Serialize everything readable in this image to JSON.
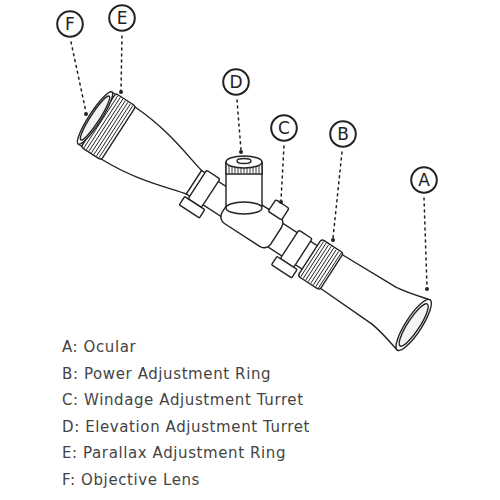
{
  "diagram": {
    "nodes": [
      {
        "text": [
          "F"
        ]
      },
      {
        "text": [
          "E"
        ]
      },
      {
        "text": [
          "D"
        ]
      },
      {
        "text": [
          "C"
        ]
      },
      {
        "text": [
          "B"
        ]
      },
      {
        "text": [
          "A"
        ]
      }
    ],
    "labels": [
      "A: Ocular",
      "B: Power Adjustment Ring",
      "C: Windage Adjustment Turret",
      "D: Elevation Adjustment Turret",
      "E: Parallax Adjustment Ring",
      "F: Objective Lens"
    ]
  }
}
